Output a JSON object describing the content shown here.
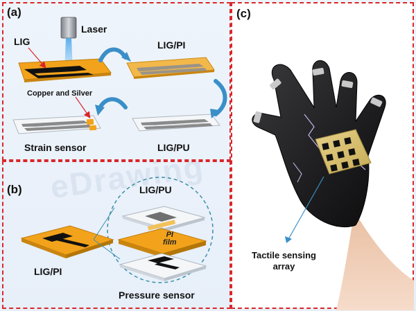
{
  "panel_a": {
    "label": "(a)",
    "laser": "Laser",
    "lig": "LIG",
    "lig_pi": "LIG/PI",
    "copper_silver": "Copper and Silver",
    "strain_sensor": "Strain sensor",
    "lig_pu": "LIG/PU"
  },
  "panel_b": {
    "label": "(b)",
    "lig_pu": "LIG/PU",
    "pi_film_line1": "PI",
    "pi_film_line2": "film",
    "lig_pi": "LIG/PI",
    "pressure_sensor": "Pressure sensor"
  },
  "panel_c": {
    "label": "(c)",
    "tactile_line1": "Tactile sensing",
    "tactile_line2": "array"
  },
  "watermark": "eDrawing",
  "colors": {
    "frame_red": "#d9262a",
    "substrate_orange": "#f2a31b",
    "lig_black": "#111111",
    "pu_white": "#f4f6f8",
    "arrow_blue": "#3a8fc8"
  }
}
